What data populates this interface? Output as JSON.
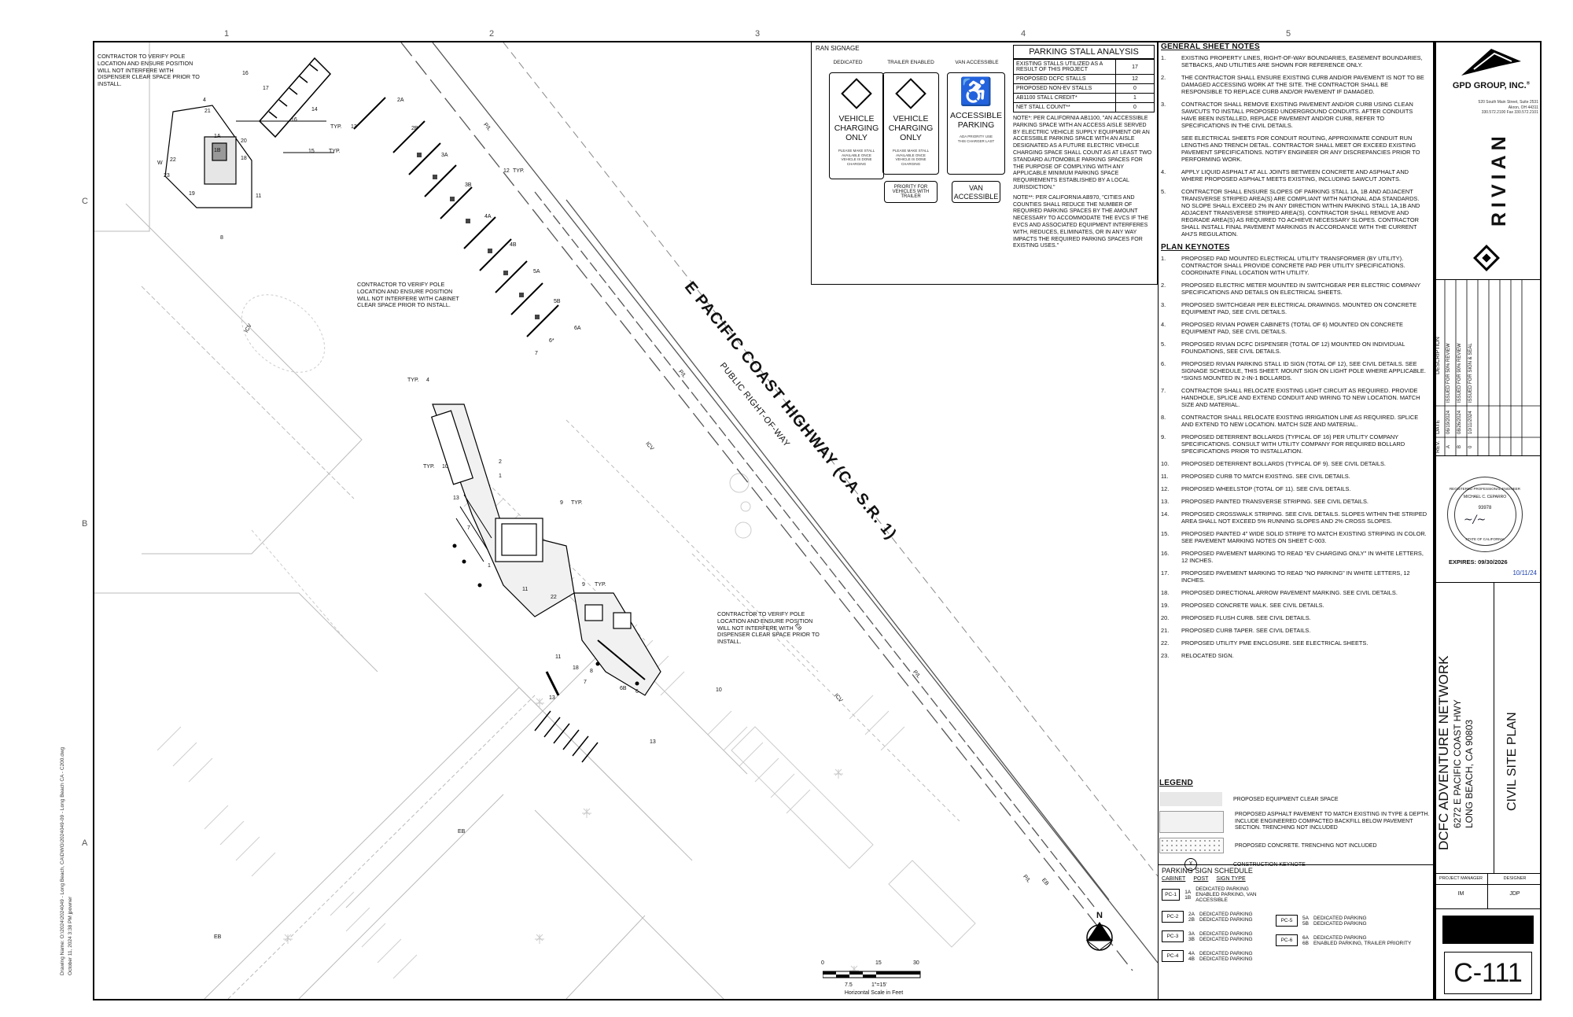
{
  "grid": {
    "columns": [
      "1",
      "2",
      "3",
      "4",
      "5"
    ],
    "rows": [
      "C",
      "B",
      "A"
    ]
  },
  "drawing_path": "Drawing Name: O:\\2024\\2024049 - Long Beach, CA\\DWG\\2024049-09 - Long Beach CA - C200.dwg",
  "drawing_date": "October 11, 2024 3:38 PM  jpowner",
  "road": {
    "name": "E PACIFIC COAST HIGHWAY (CA S.R. 1)",
    "subtitle": "PUBLIC RIGHT-OF-WAY"
  },
  "callouts": [
    "CONTRACTOR TO VERIFY POLE LOCATION AND ENSURE POSITION WILL NOT INTERFERE WITH DISPENSER CLEAR SPACE PRIOR TO INSTALL.",
    "CONTRACTOR TO VERIFY POLE LOCATION AND ENSURE POSITION WILL NOT INTERFERE WITH CABINET CLEAR SPACE PRIOR TO INSTALL.",
    "CONTRACTOR TO VERIFY POLE LOCATION AND ENSURE POSITION WILL NOT INTERFERE WITH DISPENSER CLEAR SPACE PRIOR TO INSTALL."
  ],
  "plan_labels": {
    "typ": "TYP.",
    "pl": "P/L",
    "icv": "ICV",
    "eb": "EB",
    "w": "W",
    "k1": "1",
    "k2": "2",
    "k4": "4",
    "k6": "6",
    "k7": "7",
    "k8": "8",
    "k9": "9",
    "k10": "10",
    "k11": "11",
    "k12": "12",
    "k13": "13",
    "k14": "14",
    "k15": "15",
    "k16": "16",
    "k17": "17",
    "k18": "18",
    "k19": "19",
    "k20": "20",
    "k21": "21",
    "k22": "22",
    "k23": "23",
    "s1a": "1A",
    "s1b": "1B",
    "s2a": "2A",
    "s2b": "2B",
    "s3a": "3A",
    "s3b": "3B",
    "s4a": "4A",
    "s4b": "4B",
    "s5a": "5A",
    "s5b": "5B",
    "s6a": "6A",
    "s6b": "6B",
    "s6star": "6*"
  },
  "ran_signage": {
    "title": "RAN SIGNAGE",
    "dedicated": {
      "header": "DEDICATED",
      "text": "VEHICLE CHARGING ONLY",
      "fine": "PLEASE MAKE STALL AVAILABLE ONCE VEHICLE IS DONE CHARGING"
    },
    "trailer": {
      "header": "TRAILER ENABLED",
      "text": "VEHICLE CHARGING ONLY",
      "fine": "PLEASE MAKE STALL AVAILABLE ONCE VEHICLE IS DONE CHARGING",
      "plaque": "PRIORITY FOR VEHICLES WITH TRAILER"
    },
    "van": {
      "header": "VAN ACCESSIBLE",
      "text": "ACCESSIBLE PARKING",
      "fine": "ADA PRIORITY USE THIS CHARGER LAST",
      "plaque": "VAN ACCESSIBLE"
    }
  },
  "stall_analysis": {
    "title": "PARKING STALL ANALYSIS",
    "rows": [
      {
        "label": "EXISTING STALLS UTILIZED AS A RESULT OF THIS PROJECT",
        "value": "17"
      },
      {
        "label": "PROPOSED DCFC STALLS",
        "value": "12"
      },
      {
        "label": "PROPOSED NON-EV STALLS",
        "value": "0"
      },
      {
        "label": "AB1100 STALL CREDIT*",
        "value": "1"
      },
      {
        "label": "NET STALL COUNT**",
        "value": "0"
      }
    ],
    "note1": "NOTE*: PER CALIFORNIA AB1100, \"AN ACCESSIBLE PARKING SPACE WITH AN ACCESS AISLE SERVED BY ELECTRIC VEHICLE SUPPLY EQUIPMENT OR AN ACCESSIBLE PARKING SPACE WITH AN AISLE DESIGNATED AS A FUTURE ELECTRIC VEHICLE CHARGING SPACE SHALL COUNT AS AT LEAST TWO STANDARD AUTOMOBILE PARKING SPACES FOR THE PURPOSE OF COMPLYING WITH ANY APPLICABLE MINIMUM PARKING SPACE REQUIREMENTS ESTABLISHED BY A LOCAL JURISDICTION.\"",
    "note2": "NOTE**: PER CALIFORNIA AB970, \"CITIES AND COUNTIES SHALL REDUCE THE NUMBER OF REQUIRED PARKING SPACES BY THE AMOUNT NECESSARY TO ACCOMMODATE THE EVCS IF THE EVCS AND ASSOCIATED EQUIPMENT INTERFERES WITH, REDUCES, ELIMINATES, OR IN ANY WAY IMPACTS THE REQUIRED PARKING SPACES FOR EXISTING USES.\""
  },
  "general_notes": {
    "title": "GENERAL SHEET NOTES",
    "items": [
      {
        "n": "1.",
        "t": "EXISTING PROPERTY LINES, RIGHT-OF-WAY BOUNDARIES, EASEMENT BOUNDARIES, SETBACKS, AND UTILITIES ARE SHOWN FOR REFERENCE ONLY."
      },
      {
        "n": "2.",
        "t": "THE CONTRACTOR SHALL ENSURE EXISTING CURB AND/OR PAVEMENT IS NOT TO BE DAMAGED ACCESSING WORK AT THE SITE. THE CONTRACTOR SHALL BE RESPONSIBLE TO REPLACE CURB AND/OR PAVEMENT IF DAMAGED."
      },
      {
        "n": "3.",
        "t": "CONTRACTOR SHALL REMOVE EXISTING PAVEMENT AND/OR CURB USING CLEAN SAWCUTS TO INSTALL PROPOSED UNDERGROUND CONDUITS. AFTER CONDUITS HAVE BEEN INSTALLED, REPLACE PAVEMENT AND/OR CURB, REFER TO SPECIFICATIONS IN THE CIVIL DETAILS."
      },
      {
        "n": "",
        "t": "SEE ELECTRICAL SHEETS FOR CONDUIT ROUTING, APPROXIMATE CONDUIT RUN LENGTHS AND TRENCH DETAIL. CONTRACTOR SHALL MEET OR EXCEED EXISTING PAVEMENT SPECIFICATIONS. NOTIFY ENGINEER OR ANY DISCREPANCIES PRIOR TO PERFORMING WORK."
      },
      {
        "n": "4.",
        "t": "APPLY LIQUID ASPHALT AT ALL JOINTS BETWEEN CONCRETE AND ASPHALT AND WHERE PROPOSED ASPHALT MEETS EXISTING, INCLUDING SAWCUT JOINTS."
      },
      {
        "n": "5.",
        "t": "CONTRACTOR SHALL ENSURE SLOPES OF PARKING STALL 1A, 1B AND ADJACENT TRANSVERSE STRIPED AREA(S) ARE COMPLIANT WITH NATIONAL ADA STANDARDS. NO SLOPE SHALL EXCEED 2% IN ANY DIRECTION WITHIN PARKING STALL 1A,1B AND ADJACENT TRANSVERSE STRIPED AREA(S). CONTRACTOR SHALL REMOVE AND REGRADE AREA(S) AS REQUIRED TO ACHIEVE NECESSARY SLOPES. CONTRACTOR SHALL INSTALL FINAL PAVEMENT MARKINGS IN ACCORDANCE WITH THE CURRENT AHJ'S REGULATION."
      }
    ]
  },
  "plan_keynotes": {
    "title": "PLAN KEYNOTES",
    "items": [
      {
        "n": "1.",
        "t": "PROPOSED PAD MOUNTED ELECTRICAL UTILITY TRANSFORMER (BY UTILITY). CONTRACTOR SHALL PROVIDE CONCRETE PAD PER UTILITY SPECIFICATIONS. COORDINATE FINAL LOCATION WITH UTILITY."
      },
      {
        "n": "2.",
        "t": "PROPOSED ELECTRIC METER MOUNTED IN SWITCHGEAR PER ELECTRIC COMPANY SPECIFICATIONS AND DETAILS ON ELECTRICAL SHEETS."
      },
      {
        "n": "3.",
        "t": "PROPOSED SWITCHGEAR PER ELECTRICAL DRAWINGS. MOUNTED ON CONCRETE EQUIPMENT PAD, SEE CIVIL DETAILS."
      },
      {
        "n": "4.",
        "t": "PROPOSED RIVIAN POWER CABINETS (TOTAL OF 6) MOUNTED ON CONCRETE EQUIPMENT PAD, SEE CIVIL DETAILS."
      },
      {
        "n": "5.",
        "t": "PROPOSED RIVIAN DCFC DISPENSER (TOTAL OF 12) MOUNTED ON INDIVIDUAL FOUNDATIONS, SEE CIVIL DETAILS."
      },
      {
        "n": "6.",
        "t": "PROPOSED RIVIAN PARKING STALL ID SIGN (TOTAL OF 12), SEE CIVIL DETAILS. SEE SIGNAGE SCHEDULE, THIS SHEET. MOUNT SIGN ON LIGHT POLE WHERE APPLICABLE. *SIGNS MOUNTED IN 2-IN-1 BOLLARDS."
      },
      {
        "n": "7.",
        "t": "CONTRACTOR SHALL RELOCATE EXISTING LIGHT CIRCUIT AS REQUIRED. PROVIDE HANDHOLE, SPLICE AND EXTEND CONDUIT AND WIRING TO NEW LOCATION. MATCH SIZE AND MATERIAL."
      },
      {
        "n": "8.",
        "t": "CONTRACTOR SHALL RELOCATE EXISTING IRRIGATION LINE AS REQUIRED. SPLICE AND EXTEND TO NEW LOCATION. MATCH SIZE AND MATERIAL."
      },
      {
        "n": "9.",
        "t": "PROPOSED DETERRENT BOLLARDS (TYPICAL OF 16) PER UTILITY COMPANY SPECIFICATIONS. CONSULT WITH UTILITY COMPANY FOR REQUIRED BOLLARD SPECIFICATIONS PRIOR TO INSTALLATION."
      },
      {
        "n": "10.",
        "t": "PROPOSED DETERRENT BOLLARDS (TYPICAL OF 9). SEE CIVIL DETAILS."
      },
      {
        "n": "11.",
        "t": "PROPOSED CURB TO MATCH EXISTING. SEE CIVIL DETAILS."
      },
      {
        "n": "12.",
        "t": "PROPOSED WHEELSTOP (TOTAL OF 11). SEE CIVIL DETAILS."
      },
      {
        "n": "13.",
        "t": "PROPOSED PAINTED TRANSVERSE STRIPING. SEE CIVIL DETAILS."
      },
      {
        "n": "14.",
        "t": "PROPOSED CROSSWALK STRIPING. SEE CIVIL DETAILS. SLOPES WITHIN THE STRIPED AREA SHALL NOT EXCEED 5% RUNNING SLOPES AND 2% CROSS SLOPES."
      },
      {
        "n": "15.",
        "t": "PROPOSED PAINTED 4\" WIDE SOLID STRIPE TO MATCH EXISTING STRIPING IN COLOR. SEE PAVEMENT MARKING NOTES ON SHEET C-003."
      },
      {
        "n": "16.",
        "t": "PROPOSED PAVEMENT MARKING TO READ \"EV CHARGING ONLY\" IN WHITE LETTERS, 12 INCHES."
      },
      {
        "n": "17.",
        "t": "PROPOSED PAVEMENT MARKING TO READ \"NO PARKING\" IN WHITE LETTERS, 12 INCHES."
      },
      {
        "n": "18.",
        "t": "PROPOSED DIRECTIONAL ARROW PAVEMENT MARKING. SEE CIVIL DETAILS."
      },
      {
        "n": "19.",
        "t": "PROPOSED CONCRETE WALK. SEE CIVIL DETAILS."
      },
      {
        "n": "20.",
        "t": "PROPOSED FLUSH CURB. SEE CIVIL DETAILS."
      },
      {
        "n": "21.",
        "t": "PROPOSED CURB TAPER. SEE CIVIL DETAILS."
      },
      {
        "n": "22.",
        "t": "PROPOSED UTILITY PME ENCLOSURE. SEE ELECTRICAL SHEETS."
      },
      {
        "n": "23.",
        "t": "RELOCATED SIGN."
      }
    ]
  },
  "legend": {
    "title": "LEGEND",
    "items": [
      "PROPOSED EQUIPMENT CLEAR SPACE",
      "PROPOSED ASPHALT PAVEMENT TO MATCH EXISTING IN TYPE & DEPTH. INCLUDE ENGINEERED COMPACTED BACKFILL BELOW PAVEMENT SECTION. TRENCHING NOT INCLUDED",
      "PROPOSED CONCRETE. TRENCHING NOT INCLUDED",
      "CONSTRUCTION KEYNOTE"
    ],
    "keynote_symbol": "X"
  },
  "sign_schedule": {
    "title": "PARKING SIGN SCHEDULE",
    "headers": [
      "CABINET",
      "POST",
      "SIGN TYPE"
    ],
    "left": [
      {
        "cab": "PC-1",
        "posts": [
          "1A",
          "1B"
        ],
        "types": [
          "DEDICATED PARKING",
          "ENABLED PARKING, VAN ACCESSIBLE"
        ]
      },
      {
        "cab": "PC-2",
        "posts": [
          "2A",
          "2B"
        ],
        "types": [
          "DEDICATED PARKING",
          "DEDICATED PARKING"
        ]
      },
      {
        "cab": "PC-3",
        "posts": [
          "3A",
          "3B"
        ],
        "types": [
          "DEDICATED PARKING",
          "DEDICATED PARKING"
        ]
      },
      {
        "cab": "PC-4",
        "posts": [
          "4A",
          "4B"
        ],
        "types": [
          "DEDICATED PARKING",
          "DEDICATED PARKING"
        ]
      }
    ],
    "right": [
      {
        "cab": "PC-5",
        "posts": [
          "5A",
          "5B"
        ],
        "types": [
          "DEDICATED PARKING",
          "DEDICATED PARKING"
        ]
      },
      {
        "cab": "PC-6",
        "posts": [
          "6A",
          "6B"
        ],
        "types": [
          "DEDICATED PARKING",
          "ENABLED PARKING, TRAILER PRIORITY"
        ]
      }
    ]
  },
  "north": {
    "label": "N"
  },
  "scale": {
    "ticks": [
      "0",
      "7.5",
      "15",
      "30"
    ],
    "ratio": "1\"=15'",
    "caption": "Horizontal Scale in Feet"
  },
  "title_block": {
    "firm": "GPD GROUP, INC.",
    "firm_trademark": "®",
    "address1": "520 South Main Street, Suite 2531",
    "address2": "Akron, OH 44311",
    "phone": "330.572.2100 Fax 330.572.2101",
    "brand": "RIVIAN",
    "revisions": {
      "headers": [
        "REV.",
        "DATE",
        "DESCRIPTION"
      ],
      "rows": [
        {
          "rev": "A",
          "date": "06/19/2024",
          "desc": "ISSUED FOR 50% REVIEW"
        },
        {
          "rev": "B",
          "date": "08/26/2024",
          "desc": "ISSUED FOR 90% REVIEW"
        },
        {
          "rev": "0",
          "date": "10/11/2024",
          "desc": "ISSUED FOR SIGN & SEAL"
        }
      ]
    },
    "seal_number": "93978",
    "seal_top": "REGISTERED PROFESSIONAL ENGINEER",
    "seal_name": "MICHAEL C. CEPARRO",
    "seal_bottom": "STATE OF CALIFORNIA",
    "expires": "EXPIRES: 09/30/2026",
    "signed_date": "10/11/24",
    "project": "DCFC ADVENTURE NETWORK",
    "address_line1": "6272 E PACIFIC COAST HWY",
    "address_line2": "LONG BEACH, CA 90803",
    "sheet_title": "CIVIL SITE PLAN",
    "pm_label": "PROJECT MANAGER",
    "designer_label": "DESIGNER",
    "pm": "IM",
    "designer": "JDP",
    "sheet_number": "C-111"
  }
}
